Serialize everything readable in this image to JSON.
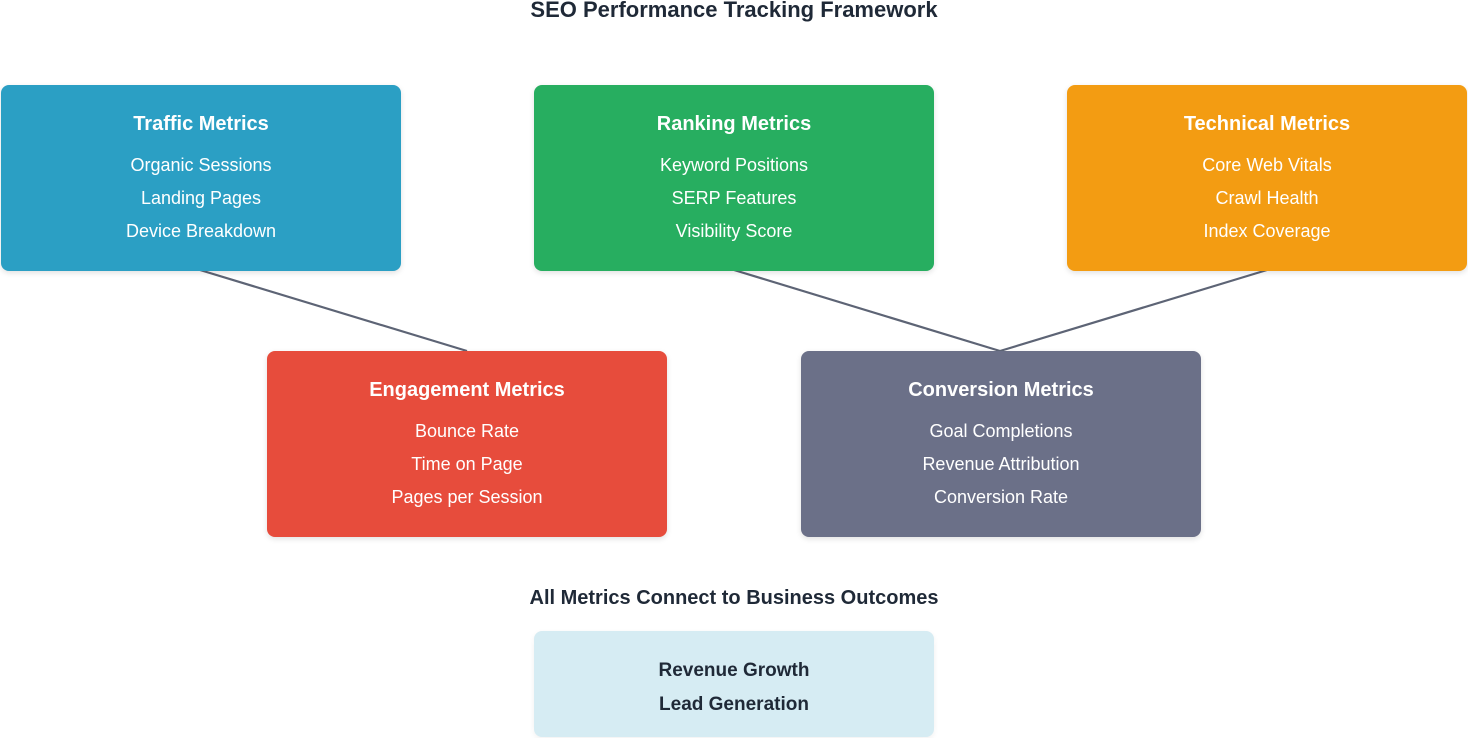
{
  "title": "SEO Performance Tracking Framework",
  "boxes": {
    "traffic": {
      "title": "Traffic Metrics",
      "color": "#2b9fc4",
      "items": [
        "Organic Sessions",
        "Landing Pages",
        "Device Breakdown"
      ]
    },
    "ranking": {
      "title": "Ranking Metrics",
      "color": "#27ae60",
      "items": [
        "Keyword Positions",
        "SERP Features",
        "Visibility Score"
      ]
    },
    "technical": {
      "title": "Technical Metrics",
      "color": "#f39c12",
      "items": [
        "Core Web Vitals",
        "Crawl Health",
        "Index Coverage"
      ]
    },
    "engagement": {
      "title": "Engagement Metrics",
      "color": "#e74c3c",
      "items": [
        "Bounce Rate",
        "Time on Page",
        "Pages per Session"
      ]
    },
    "conversion": {
      "title": "Conversion Metrics",
      "color": "#6b7088",
      "items": [
        "Goal Completions",
        "Revenue Attribution",
        "Conversion Rate"
      ]
    }
  },
  "connector_color": "#5d6475",
  "outcomes": {
    "heading": "All Metrics Connect to Business Outcomes",
    "items": [
      "Revenue Growth",
      "Lead Generation"
    ],
    "color": "#d6ecf3"
  }
}
